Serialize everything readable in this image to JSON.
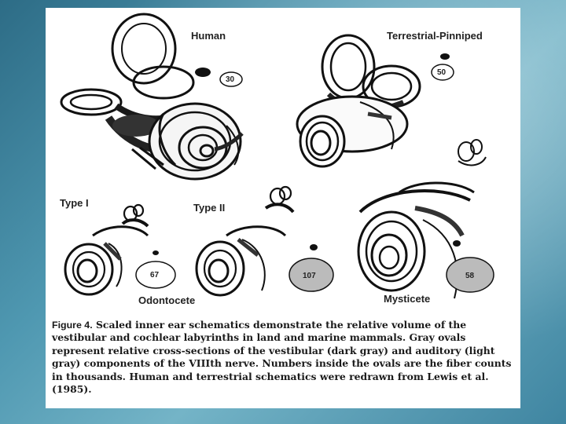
{
  "labels": {
    "human": "Human",
    "terrestrial_pinniped": "Terrestrial-Pinniped",
    "type_i": "Type I",
    "type_ii": "Type II",
    "odontocete": "Odontocete",
    "mysticete": "Mysticete"
  },
  "fiber_counts": {
    "human": "30",
    "terrestrial_pinniped": "50",
    "odontocete_type_i": "67",
    "odontocete_type_ii": "107",
    "mysticete": "58"
  },
  "caption": {
    "figure_label": "Figure 4.",
    "text": " Scaled inner ear schematics demonstrate the relative volume of the vestibular and cochlear labyrinths in land and marine mammals. Gray ovals represent relative cross-sections of the vestibular (dark gray) and auditory (light gray) components of the VIIIth nerve. Numbers inside the ovals are the fiber counts in thousands. Human and terrestrial schematics were redrawn from Lewis et al. (1985)."
  }
}
